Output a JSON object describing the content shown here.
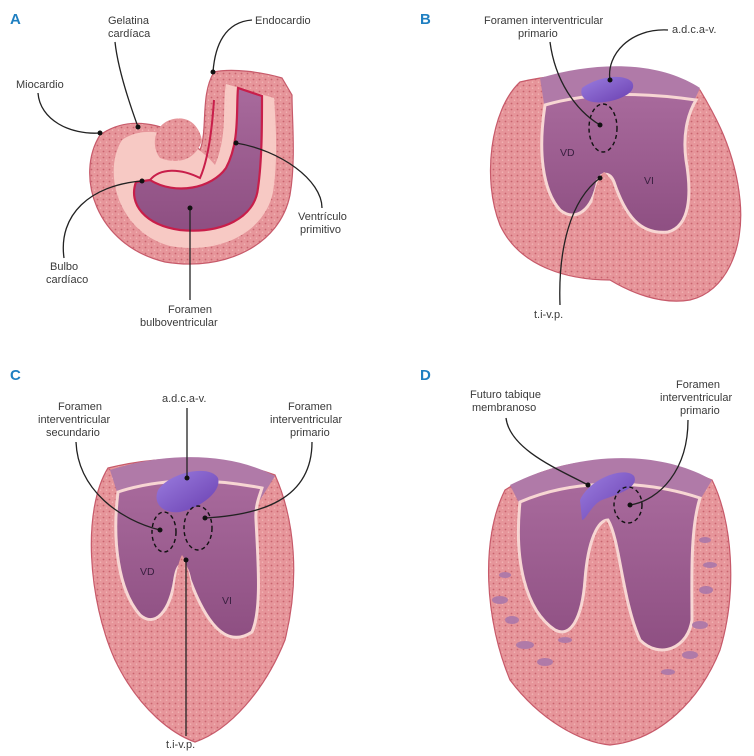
{
  "colors": {
    "myocardium": "#e89a9a",
    "myocardium_edge": "#c75a6a",
    "cardiac_jelly": "#f7c9c4",
    "cavity": "#9a5a8e",
    "cavity_light": "#c99ac0",
    "endocardium": "#c81e4a",
    "cushion": "#7a4fc0",
    "panel_letter": "#1f7fc1"
  },
  "panels": {
    "a": {
      "letter": "A",
      "labels": {
        "gelatina_1": "Gelatina",
        "gelatina_2": "cardíaca",
        "endocardio": "Endocardio",
        "miocardio": "Miocardio",
        "ventriculo_1": "Ventrículo",
        "ventriculo_2": "primitivo",
        "bulbo_1": "Bulbo",
        "bulbo_2": "cardíaco",
        "foramen_1": "Foramen",
        "foramen_2": "bulboventricular"
      }
    },
    "b": {
      "letter": "B",
      "labels": {
        "fip_1": "Foramen interventricular",
        "fip_2": "primario",
        "adcav": "a.d.c.a-v.",
        "vd": "VD",
        "vi": "VI",
        "tivp": "t.i-v.p."
      }
    },
    "c": {
      "letter": "C",
      "labels": {
        "fis_1": "Foramen",
        "fis_2": "interventricular",
        "fis_3": "secundario",
        "adcav": "a.d.c.a-v.",
        "fip_1": "Foramen",
        "fip_2": "interventricular",
        "fip_3": "primario",
        "vd": "VD",
        "vi": "VI",
        "tivp": "t.i-v.p."
      }
    },
    "d": {
      "letter": "D",
      "labels": {
        "ftm_1": "Futuro tabique",
        "ftm_2": "membranoso",
        "fip_1": "Foramen",
        "fip_2": "interventricular",
        "fip_3": "primario"
      }
    }
  }
}
